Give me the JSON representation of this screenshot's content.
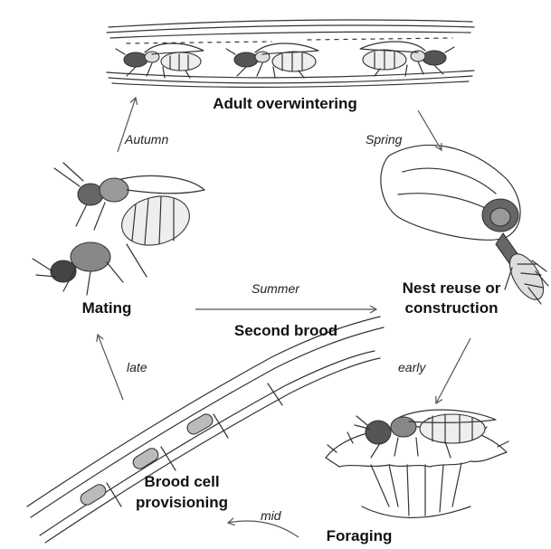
{
  "stages": {
    "adult_overwintering": "Adult overwintering",
    "nest_reuse": "Nest  reuse or",
    "nest_construction": "construction",
    "foraging": "Foraging",
    "brood_cell_line1": "Brood cell",
    "brood_cell_line2": "provisioning",
    "mating": "Mating",
    "second_brood": "Second brood"
  },
  "transitions": {
    "autumn": "Autumn",
    "spring": "Spring",
    "early": "early",
    "mid": "mid",
    "late": "late",
    "summer": "Summer"
  }
}
